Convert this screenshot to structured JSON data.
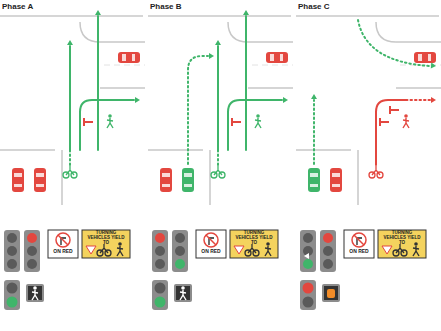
{
  "diagram": {
    "labels": [
      "Phase A",
      "Phase B",
      "Phase C",
      "ON RED",
      "ON RED",
      "ON RED",
      "TURNING VEHICLES YIELD TO",
      "TURNING VEHICLES YIELD TO",
      "TURNING VEHICLES YIELD TO"
    ]
  }
}
